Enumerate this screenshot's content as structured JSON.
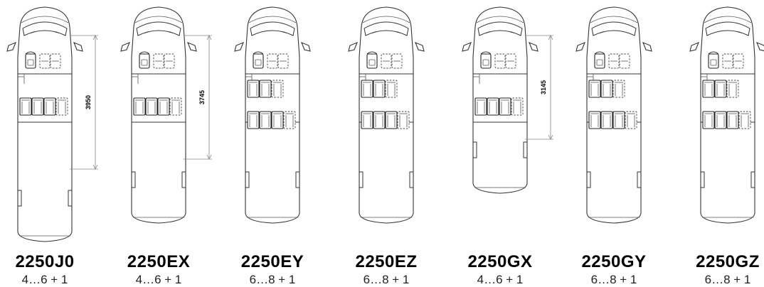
{
  "variants": [
    {
      "model": "2250J0",
      "seats": "4…6 + 1",
      "dimension": "3950",
      "length": "long",
      "rows": [
        {
          "solid": 3,
          "dashed": 1
        }
      ]
    },
    {
      "model": "2250EX",
      "seats": "4…6 + 1",
      "dimension": "3745",
      "length": "medium",
      "rows": [
        {
          "solid": 3,
          "dashed": 1
        }
      ]
    },
    {
      "model": "2250EY",
      "seats": "6…8 + 1",
      "dimension": "",
      "length": "medium",
      "rows": [
        {
          "solid": 2,
          "dashed": 1
        },
        {
          "solid": 3,
          "dashed": 1
        }
      ]
    },
    {
      "model": "2250EZ",
      "seats": "6…8 + 1",
      "dimension": "",
      "length": "medium",
      "rows": [
        {
          "solid": 2,
          "dashed": 1
        },
        {
          "solid": 3,
          "dashed": 1
        }
      ]
    },
    {
      "model": "2250GX",
      "seats": "4…6 + 1",
      "dimension": "3145",
      "length": "short",
      "rows": [
        {
          "solid": 3,
          "dashed": 1
        }
      ]
    },
    {
      "model": "2250GY",
      "seats": "6…8 + 1",
      "dimension": "",
      "length": "medium",
      "rows": [
        {
          "solid": 2,
          "dashed": 1
        },
        {
          "solid": 3,
          "dashed": 1
        }
      ]
    },
    {
      "model": "2250GZ",
      "seats": "6…8 + 1",
      "dimension": "",
      "length": "medium",
      "rows": [
        {
          "solid": 2,
          "dashed": 1
        },
        {
          "solid": 3,
          "dashed": 1
        }
      ]
    }
  ]
}
